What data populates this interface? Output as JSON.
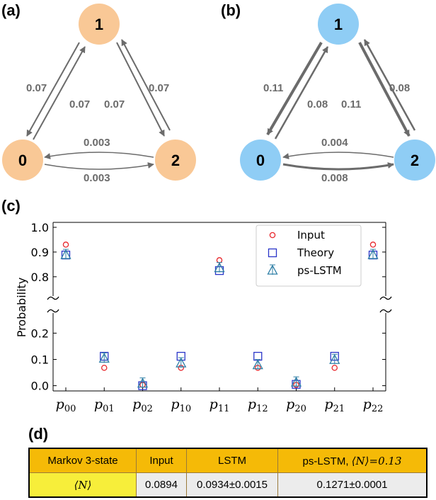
{
  "panels": {
    "a": {
      "label": "(a)",
      "node_color": "#f9c896",
      "nodes": [
        "1",
        "0",
        "2"
      ],
      "edges": {
        "1_to_0": "0.07",
        "0_to_1": "0.07",
        "1_to_2": "0.07",
        "2_to_1": "0.07",
        "2_to_0": "0.003",
        "0_to_2": "0.003"
      }
    },
    "b": {
      "label": "(b)",
      "node_color": "#8fcdf5",
      "nodes": [
        "1",
        "0",
        "2"
      ],
      "edges": {
        "1_to_0": "0.11",
        "0_to_1": "0.08",
        "1_to_2": "0.11",
        "2_to_1": "0.08",
        "2_to_0": "0.004",
        "0_to_2": "0.008"
      }
    },
    "c": {
      "label": "(c)"
    },
    "d": {
      "label": "(d)"
    }
  },
  "chart_data": {
    "type": "scatter",
    "ylabel": "Probability",
    "x_ticks": [
      {
        "base": "p",
        "sub": "00"
      },
      {
        "base": "p",
        "sub": "01"
      },
      {
        "base": "p",
        "sub": "02"
      },
      {
        "base": "p",
        "sub": "10"
      },
      {
        "base": "p",
        "sub": "11"
      },
      {
        "base": "p",
        "sub": "12"
      },
      {
        "base": "p",
        "sub": "20"
      },
      {
        "base": "p",
        "sub": "21"
      },
      {
        "base": "p",
        "sub": "22"
      }
    ],
    "y_ticks_upper": [
      "0.8",
      "0.9",
      "1.0"
    ],
    "y_ticks_lower": [
      "0.0",
      "0.1",
      "0.2"
    ],
    "upper_range": [
      0.745,
      1.02
    ],
    "lower_range": [
      -0.02,
      0.255
    ],
    "broken_axis": true,
    "legend_position": "upper-right",
    "series": [
      {
        "name": "Input",
        "marker": "circle",
        "color": "#e8262b",
        "values": [
          0.93,
          0.068,
          0.003,
          0.068,
          0.867,
          0.068,
          0.003,
          0.068,
          0.93
        ]
      },
      {
        "name": "Theory",
        "marker": "square",
        "color": "#2a35c9",
        "values": [
          0.888,
          0.112,
          0.0,
          0.112,
          0.825,
          0.112,
          0.005,
          0.112,
          0.888
        ]
      },
      {
        "name": "ps-LSTM",
        "marker": "triangle",
        "color": "#2f7fa6",
        "values": [
          0.888,
          0.103,
          0.008,
          0.085,
          0.835,
          0.078,
          0.012,
          0.098,
          0.888
        ]
      }
    ]
  },
  "table": {
    "headers": [
      "Markov 3-state",
      "Input",
      "LSTM",
      "ps-LSTM, "
    ],
    "header_extra": "⟨N⟩=0.13",
    "row_label": "⟨N⟩",
    "row_values": [
      "0.0894",
      "0.0934±0.0015",
      "0.1271±0.0001"
    ]
  }
}
